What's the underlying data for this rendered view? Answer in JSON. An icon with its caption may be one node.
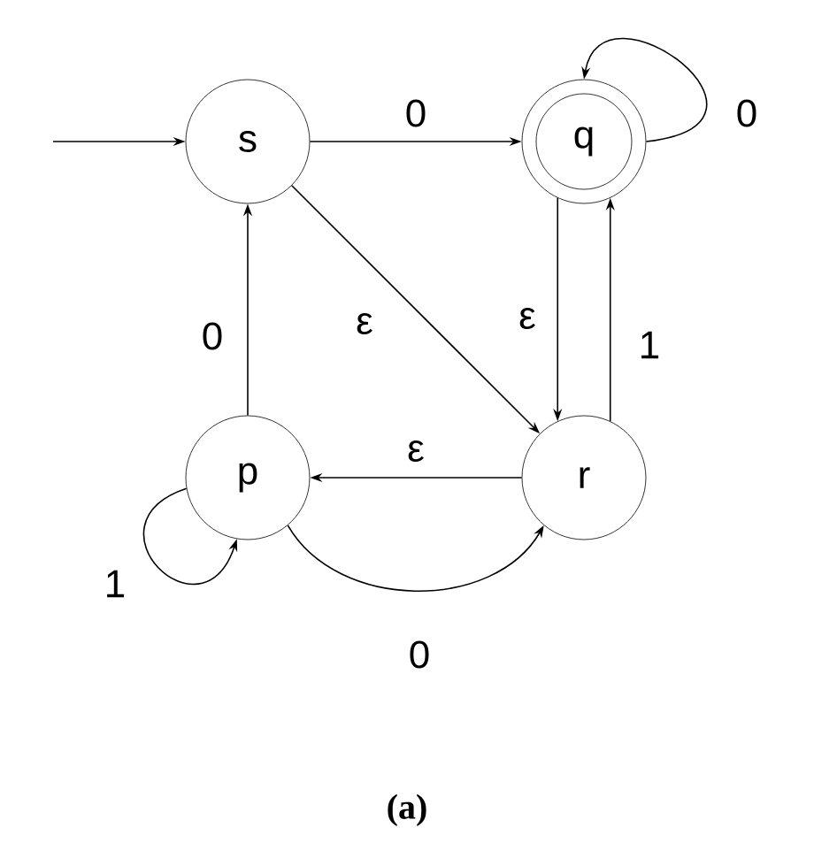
{
  "diagram": {
    "caption": "(a)",
    "nodes": [
      {
        "text": [
          "s"
        ]
      },
      {
        "text": [
          "q"
        ]
      },
      {
        "text": [
          "p"
        ]
      },
      {
        "text": [
          "r"
        ]
      }
    ],
    "edges": [
      {
        "from": null,
        "to": 0,
        "arrow": "to"
      },
      {
        "from": 0,
        "to": 1,
        "arrow": "to",
        "label": "0"
      },
      {
        "from": 1,
        "to": 1,
        "arrow": "to",
        "label": "0"
      },
      {
        "from": 0,
        "to": 3,
        "arrow": "to",
        "label": "ε"
      },
      {
        "from": 1,
        "to": 3,
        "arrow": "to",
        "label": "ε"
      },
      {
        "from": 3,
        "to": 1,
        "arrow": "to",
        "label": "1"
      },
      {
        "from": 3,
        "to": 2,
        "arrow": "to",
        "label": "ε"
      },
      {
        "from": 2,
        "to": 0,
        "arrow": "to",
        "label": "0"
      },
      {
        "from": 2,
        "to": 2,
        "arrow": "to",
        "label": "1"
      },
      {
        "from": 2,
        "to": 3,
        "arrow": "to",
        "label": "0"
      }
    ]
  }
}
